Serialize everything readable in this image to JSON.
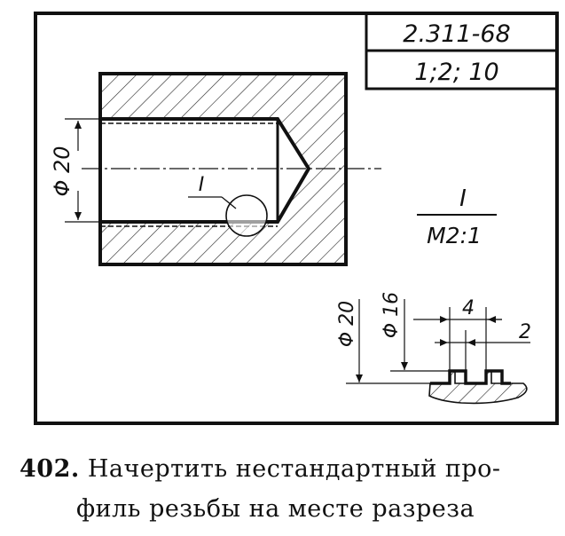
{
  "title_block": {
    "standard": "2.311-68",
    "scales": "1;2; 10"
  },
  "section_callout": {
    "label": "I",
    "scale": "M2:1"
  },
  "main_view": {
    "diameter_label": "Φ 20",
    "leader_label": "I"
  },
  "detail_view": {
    "outer_diameter": "Φ 20",
    "inner_diameter": "Φ 16",
    "pitch": "4",
    "tooth_width": "2"
  },
  "caption": {
    "number": "402.",
    "line1": "Начертить нестандартный про-",
    "line2": "филь резьбы на месте разреза"
  }
}
